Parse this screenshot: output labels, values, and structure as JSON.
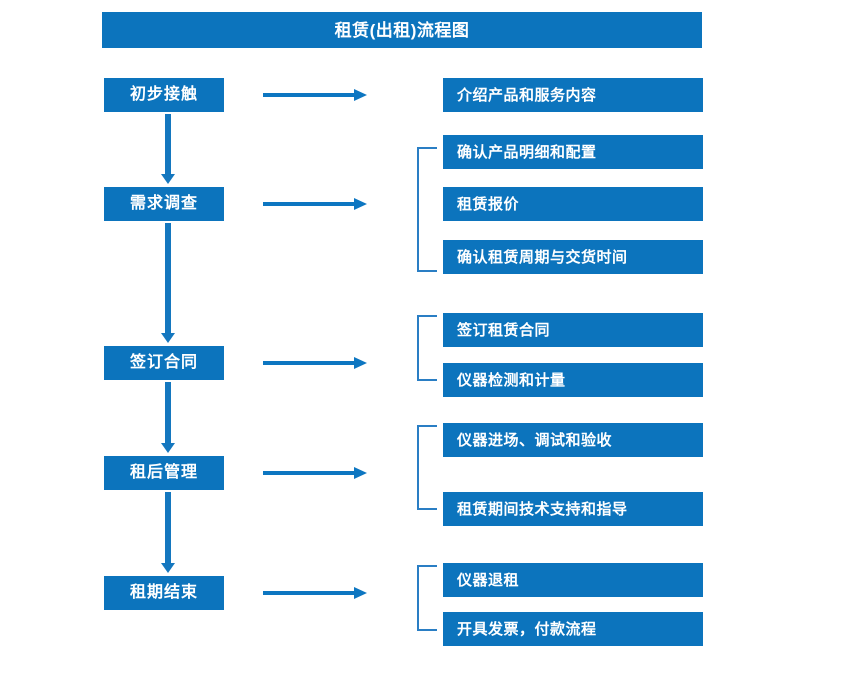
{
  "diagram": {
    "title": "租赁(出租)流程图",
    "colors": {
      "box_blue": "#0c74bd",
      "arrow_blue": "#0d76c1",
      "bracket_blue": "#2a7ec4",
      "text_white": "#ffffff",
      "background": "#ffffff"
    },
    "stages": [
      {
        "id": "stage-1",
        "label": "初步接触"
      },
      {
        "id": "stage-2",
        "label": "需求调查"
      },
      {
        "id": "stage-3",
        "label": "签订合同"
      },
      {
        "id": "stage-4",
        "label": "租后管理"
      },
      {
        "id": "stage-5",
        "label": "租期结束"
      }
    ],
    "details": [
      {
        "id": "detail-1-1",
        "stage": "初步接触",
        "label": "介绍产品和服务内容"
      },
      {
        "id": "detail-2-1",
        "stage": "需求调查",
        "label": "确认产品明细和配置"
      },
      {
        "id": "detail-2-2",
        "stage": "需求调查",
        "label": "租赁报价"
      },
      {
        "id": "detail-2-3",
        "stage": "需求调查",
        "label": "确认租赁周期与交货时间"
      },
      {
        "id": "detail-3-1",
        "stage": "签订合同",
        "label": "签订租赁合同"
      },
      {
        "id": "detail-3-2",
        "stage": "签订合同",
        "label": "仪器检测和计量"
      },
      {
        "id": "detail-4-1",
        "stage": "租后管理",
        "label": "仪器进场、调试和验收"
      },
      {
        "id": "detail-4-2",
        "stage": "租后管理",
        "label": "租赁期间技术支持和指导"
      },
      {
        "id": "detail-5-1",
        "stage": "租期结束",
        "label": "仪器退租"
      },
      {
        "id": "detail-5-2",
        "stage": "租期结束",
        "label": "开具发票，付款流程"
      }
    ]
  }
}
